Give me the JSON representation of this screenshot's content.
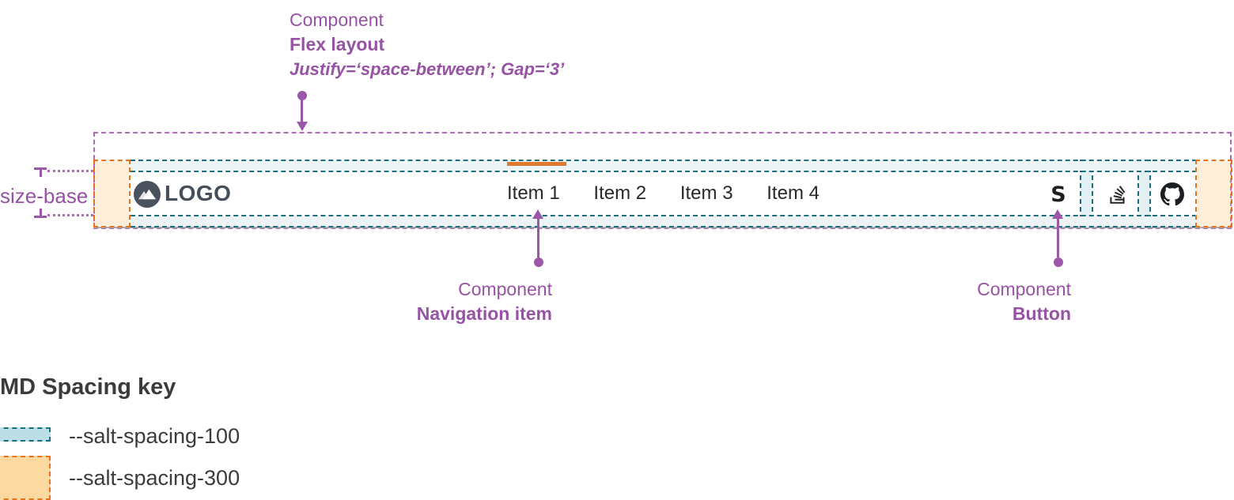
{
  "annotations": {
    "flex_layout": {
      "eyebrow": "Component",
      "title": "Flex layout",
      "detail": "Justify=‘space-between’; Gap=‘3’"
    },
    "navigation_item": {
      "eyebrow": "Component",
      "title": "Navigation item"
    },
    "button": {
      "eyebrow": "Component",
      "title": "Button"
    },
    "size_base_label": "size-base"
  },
  "navbar": {
    "logo": {
      "text": "LOGO",
      "icon": "mountain-icon"
    },
    "items": [
      {
        "label": "Item 1",
        "active": true
      },
      {
        "label": "Item 2",
        "active": false
      },
      {
        "label": "Item 3",
        "active": false
      },
      {
        "label": "Item 4",
        "active": false
      }
    ],
    "action_buttons": [
      {
        "name": "s-logo",
        "icon": "s-letter-icon",
        "glyph": "S"
      },
      {
        "name": "stack-overflow",
        "icon": "stackoverflow-icon"
      },
      {
        "name": "github",
        "icon": "github-icon"
      }
    ]
  },
  "legend": {
    "title": "MD Spacing key",
    "entries": [
      {
        "label": "--salt-spacing-100",
        "swatch": "teal"
      },
      {
        "label": "--salt-spacing-300",
        "swatch": "orange"
      }
    ]
  },
  "colors": {
    "annotation_purple": "#9753a3",
    "spacing_100_fill": "#bcdfe6",
    "spacing_100_border": "#1e6e82",
    "spacing_300_fill": "#fcd9a1",
    "spacing_300_border": "#e8731c",
    "active_indicator": "#dd7a30",
    "logo_color": "#4a525e",
    "navbar_text": "#26292c",
    "legend_text": "#3b3b3b"
  }
}
